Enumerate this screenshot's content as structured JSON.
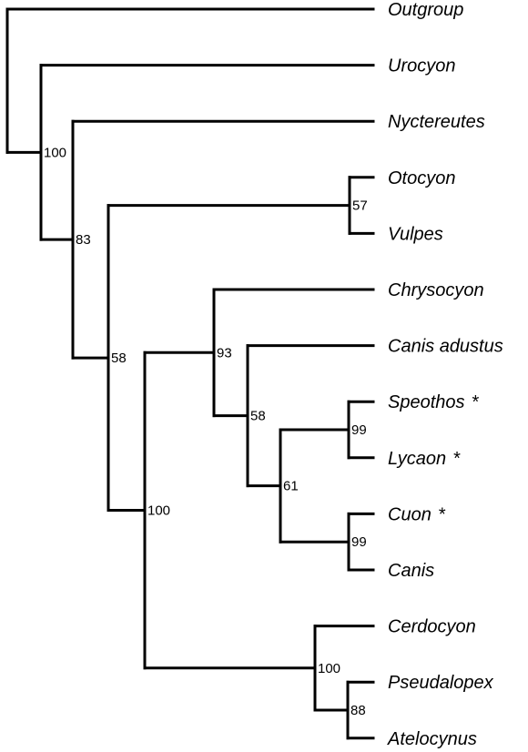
{
  "tree": {
    "taxa": [
      {
        "id": "outgroup",
        "label": "Outgroup",
        "mark": ""
      },
      {
        "id": "urocyon",
        "label": "Urocyon",
        "mark": ""
      },
      {
        "id": "nyctereutes",
        "label": "Nyctereutes",
        "mark": ""
      },
      {
        "id": "otocyon",
        "label": "Otocyon",
        "mark": ""
      },
      {
        "id": "vulpes",
        "label": "Vulpes",
        "mark": ""
      },
      {
        "id": "chrysocyon",
        "label": "Chrysocyon",
        "mark": ""
      },
      {
        "id": "canis-adustus",
        "label": "Canis adustus",
        "mark": ""
      },
      {
        "id": "speothos",
        "label": "Speothos",
        "mark": "*"
      },
      {
        "id": "lycaon",
        "label": "Lycaon",
        "mark": "*"
      },
      {
        "id": "cuon",
        "label": "Cuon",
        "mark": "*"
      },
      {
        "id": "canis",
        "label": "Canis",
        "mark": ""
      },
      {
        "id": "cerdocyon",
        "label": "Cerdocyon",
        "mark": ""
      },
      {
        "id": "pseudalopex",
        "label": "Pseudalopex",
        "mark": ""
      },
      {
        "id": "atelocynus",
        "label": "Atelocynus",
        "mark": ""
      }
    ],
    "nodes": [
      {
        "id": "root",
        "children": [
          "outgroup",
          "n100a"
        ],
        "support": ""
      },
      {
        "id": "n100a",
        "children": [
          "urocyon",
          "n83"
        ],
        "support": "100"
      },
      {
        "id": "n83",
        "children": [
          "nyctereutes",
          "n58a"
        ],
        "support": "83"
      },
      {
        "id": "n58a",
        "children": [
          "n57",
          "n100b"
        ],
        "support": "58"
      },
      {
        "id": "n57",
        "children": [
          "otocyon",
          "vulpes"
        ],
        "support": "57"
      },
      {
        "id": "n100b",
        "children": [
          "n93",
          "n100c"
        ],
        "support": "100"
      },
      {
        "id": "n93",
        "children": [
          "chrysocyon",
          "n58b"
        ],
        "support": "93"
      },
      {
        "id": "n58b",
        "children": [
          "canis-adustus",
          "n61"
        ],
        "support": "58"
      },
      {
        "id": "n61",
        "children": [
          "n99a",
          "n99b"
        ],
        "support": "61"
      },
      {
        "id": "n99a",
        "children": [
          "speothos",
          "lycaon"
        ],
        "support": "99"
      },
      {
        "id": "n99b",
        "children": [
          "cuon",
          "canis"
        ],
        "support": "99"
      },
      {
        "id": "n100c",
        "children": [
          "cerdocyon",
          "n88"
        ],
        "support": "100"
      },
      {
        "id": "n88",
        "children": [
          "pseudalopex",
          "atelocynus"
        ],
        "support": "88"
      }
    ]
  }
}
